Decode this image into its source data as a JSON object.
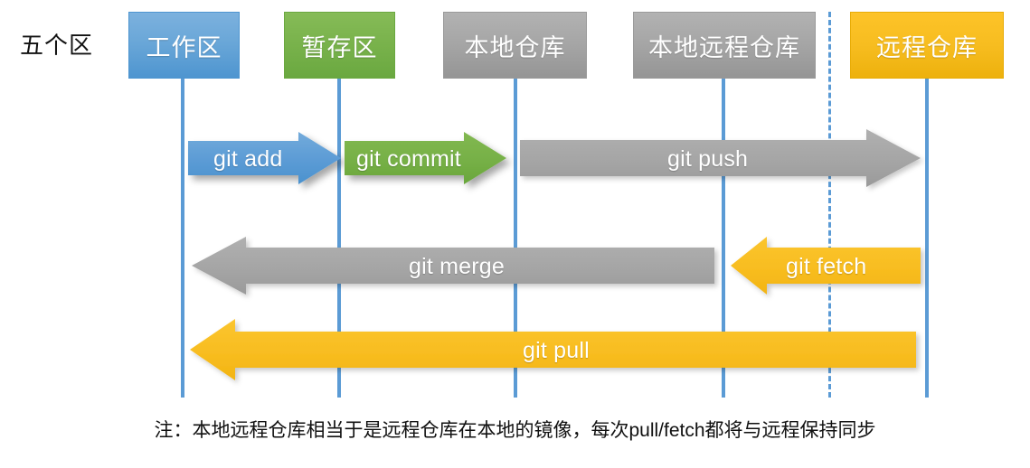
{
  "diagram": {
    "caption": "五个区",
    "columns": [
      {
        "label": "工作区",
        "color": "#4e95d0",
        "style": "blue"
      },
      {
        "label": "暂存区",
        "color": "#6aa840",
        "style": "green"
      },
      {
        "label": "本地仓库",
        "color": "#9a9a9a",
        "style": "gray"
      },
      {
        "label": "本地远程仓库",
        "color": "#9a9a9a",
        "style": "gray"
      },
      {
        "label": "远程仓库",
        "color": "#edb10d",
        "style": "amber"
      }
    ],
    "arrows": [
      {
        "label": "git add",
        "direction": "right",
        "color": "#4e95d0",
        "from": "工作区",
        "to": "暂存区"
      },
      {
        "label": "git commit",
        "direction": "right",
        "color": "#6aa840",
        "from": "暂存区",
        "to": "本地仓库"
      },
      {
        "label": "git push",
        "direction": "right",
        "color": "#a5a5a5",
        "from": "本地仓库",
        "to": "远程仓库"
      },
      {
        "label": "git merge",
        "direction": "left",
        "color": "#a5a5a5",
        "from": "本地远程仓库",
        "to": "工作区"
      },
      {
        "label": "git fetch",
        "direction": "left",
        "color": "#f7bd20",
        "from": "远程仓库",
        "to": "本地远程仓库"
      },
      {
        "label": "git pull",
        "direction": "left",
        "color": "#f7bd20",
        "from": "远程仓库",
        "to": "工作区"
      }
    ],
    "note": "注：本地远程仓库相当于是远程仓库在本地的镜像，每次pull/fetch都将与远程保持同步",
    "separator": {
      "style": "dashed",
      "color": "#5b9bd5"
    }
  }
}
